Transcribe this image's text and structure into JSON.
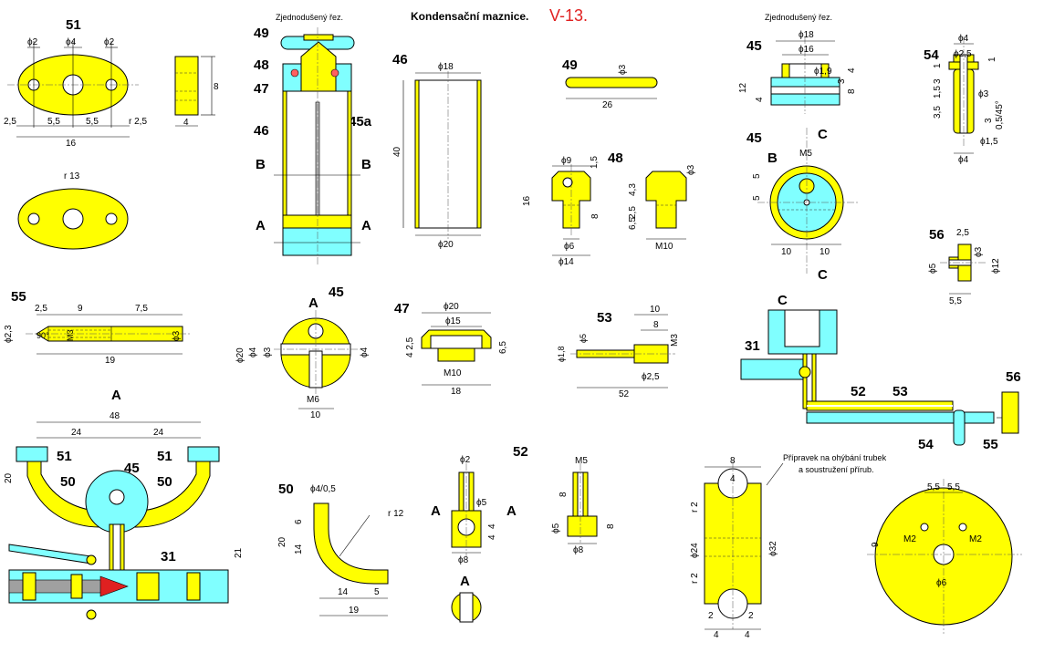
{
  "header": {
    "title": "Kondensační maznice.",
    "code": "V-13."
  },
  "sections": {
    "simplified_left": "Zjednodušený řez.",
    "simplified_right": "Zjednodušený řez."
  },
  "parts": {
    "p51": "51",
    "p49": "49",
    "p48": "48",
    "p47": "47",
    "p46": "46",
    "p45a": "45a",
    "p46b": "46",
    "p49b": "49",
    "p48b": "48",
    "p45": "45",
    "p45b": "45",
    "p54": "54",
    "p56": "56",
    "p55": "55",
    "p45c": "45",
    "p47b": "47",
    "p53": "53",
    "p31": "31",
    "p52": "52",
    "p53b": "53",
    "p56b": "56",
    "p54b": "54",
    "p55b": "55",
    "p51a": "51",
    "p51b": "51",
    "p50a": "50",
    "p45d": "45",
    "p50b": "50",
    "p31b": "31",
    "p50c": "50",
    "p52b": "52"
  },
  "labels": {
    "B": "B",
    "A": "A",
    "C": "C",
    "secA": "A",
    "secC": "C"
  },
  "dims": {
    "d2": "ϕ2",
    "d4": "ϕ4",
    "d2b": "ϕ2",
    "v8": "8",
    "v4": "4",
    "h25": "2,5",
    "h55": "5,5",
    "h55b": "5,5",
    "r25": "r 2,5",
    "h16": "16",
    "r13": "r 13",
    "d18": "ϕ18",
    "v40": "40",
    "d20": "ϕ20",
    "d3": "ϕ3",
    "h26": "26",
    "d9": "ϕ9",
    "v15": "1,5",
    "v16": "16",
    "v8b": "8",
    "d6": "ϕ6",
    "d14": "ϕ14",
    "v43": "4,3",
    "v25": "2,5",
    "v65": "6,5",
    "m10": "M10",
    "d3b": "ϕ3",
    "d18b": "ϕ18",
    "d16": "ϕ16",
    "d19": "ϕ1,9",
    "v12": "12",
    "v4b": "4",
    "v8c": "8",
    "v3": "3",
    "m5": "M5",
    "v5": "5",
    "v5b": "5",
    "h10": "10",
    "h10b": "10",
    "d4b": "ϕ4",
    "d25": "ϕ2,5",
    "v1": "1",
    "v3b": "3",
    "v15b": "1,5",
    "v35": "3,5",
    "d3c": "ϕ3",
    "v3c": "3",
    "d15": "ϕ1,5",
    "d4c": "ϕ4",
    "c045": "0,5/45°",
    "h25b": "2,5",
    "d3d": "ϕ3",
    "d5": "ϕ5",
    "d12": "ϕ12",
    "h55c": "5,5",
    "h25c": "2,5",
    "h9": "9",
    "h75": "7,5",
    "d23": "ϕ2,3",
    "a90": "90°",
    "m3": "M3",
    "d3e": "ϕ3",
    "h19": "19",
    "d20b": "ϕ20",
    "d4d": "ϕ4",
    "d3f": "ϕ3",
    "d4e": "ϕ4",
    "m6": "M6",
    "h10c": "10",
    "d20c": "ϕ20",
    "d15b": "ϕ15",
    "v425": "4 2,5",
    "v65b": "6,5",
    "m10b": "M10",
    "h18": "18",
    "h10d": "10",
    "h8": "8",
    "m3b": "M3",
    "d18c": "ϕ1,8",
    "d5b": "ϕ5",
    "d25b": "ϕ2,5",
    "h52": "52",
    "h48": "48",
    "h24": "24",
    "h24b": "24",
    "v20": "20",
    "v21": "21",
    "d405": "ϕ4/0,5",
    "r12": "r 12",
    "v6": "6",
    "v20b": "20",
    "v14": "14",
    "h14": "14",
    "h5": "5",
    "h19b": "19",
    "d2c": "ϕ2",
    "d5c": "ϕ5",
    "v4c": "4",
    "v4d": "4",
    "d8": "ϕ8",
    "m5b": "M5",
    "v8d": "8",
    "d5d": "ϕ5",
    "v8e": "8",
    "d8b": "ϕ8",
    "h8b": "8",
    "h4": "4",
    "r2": "r 2",
    "d24": "ϕ24",
    "r2b": "r 2",
    "d32": "ϕ32",
    "h2": "2",
    "h2b": "2",
    "h4b": "4",
    "h4c": "4",
    "h55d": "5,5",
    "h55e": "5,5",
    "m2": "M2",
    "m2b": "M2",
    "v9": "9",
    "d6b": "ϕ6"
  },
  "note": {
    "line1": "Přípravek na ohýbání trubek",
    "line2": "a soustružení přírub."
  },
  "colors": {
    "part": "#ffff00",
    "body": "#80ffff",
    "code": "#e02020",
    "arrow": "#e02020"
  }
}
